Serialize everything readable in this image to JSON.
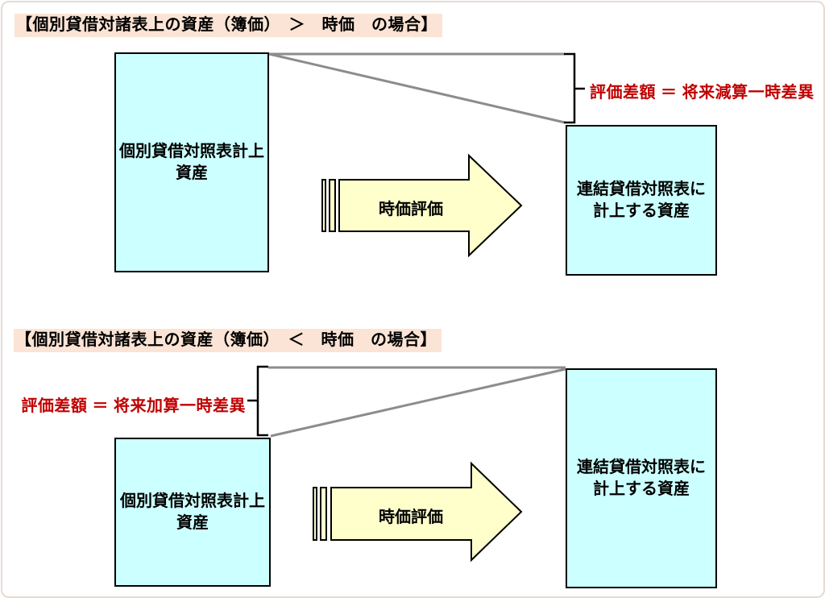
{
  "sections": [
    {
      "id": "book-value-greater-than-fair-value",
      "title": "【個別貸借対諸表上の資産（簿価）　＞　時価　の場合】",
      "left_box": {
        "lines": [
          "個別貸借対照表計上",
          "資産"
        ]
      },
      "right_box": {
        "lines": [
          "連結貸借対照表に",
          "計上する資産"
        ]
      },
      "arrow_label": "時価評価",
      "difference_label": "評価差額 ＝ 将来減算一時差異"
    },
    {
      "id": "book-value-less-than-fair-value",
      "title": "【個別貸借対諸表上の資産（簿価）　＜　時価　の場合】",
      "left_box": {
        "lines": [
          "個別貸借対照表計上",
          "資産"
        ]
      },
      "right_box": {
        "lines": [
          "連結貸借対照表に",
          "計上する資産"
        ]
      },
      "arrow_label": "時価評価",
      "difference_label": "評価差額 ＝ 将来加算一時差異"
    }
  ],
  "colors": {
    "box_fill": "#ccffff",
    "arrow_fill": "#ffffcc",
    "title_bg": "#fbe4d5",
    "difference_text": "#c00000",
    "connector_gray": "#8c8c8c"
  }
}
